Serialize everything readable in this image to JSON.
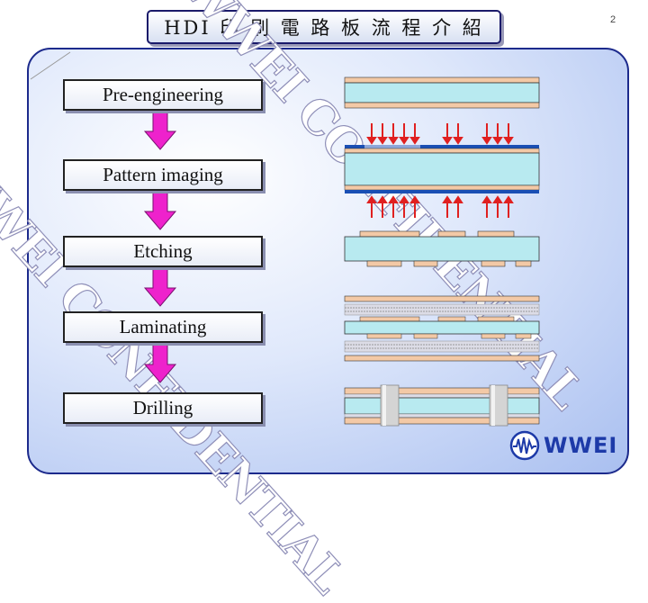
{
  "title": "HDI 印 刷 電 路 板 流 程 介 紹",
  "page_number": "2",
  "steps": [
    {
      "label": "Pre-engineering"
    },
    {
      "label": "Pattern imaging"
    },
    {
      "label": "Etching"
    },
    {
      "label": "Laminating"
    },
    {
      "label": "Drilling"
    }
  ],
  "watermark": "WWEI CONFIDENTIAL",
  "logo": {
    "text": "WWEI"
  },
  "colors": {
    "arrow": "#ee22cc",
    "core": "#b8eaf0",
    "copper": "#f3c9a6",
    "exposure_arrow": "#e02020",
    "resist": "#1a4fb4"
  }
}
